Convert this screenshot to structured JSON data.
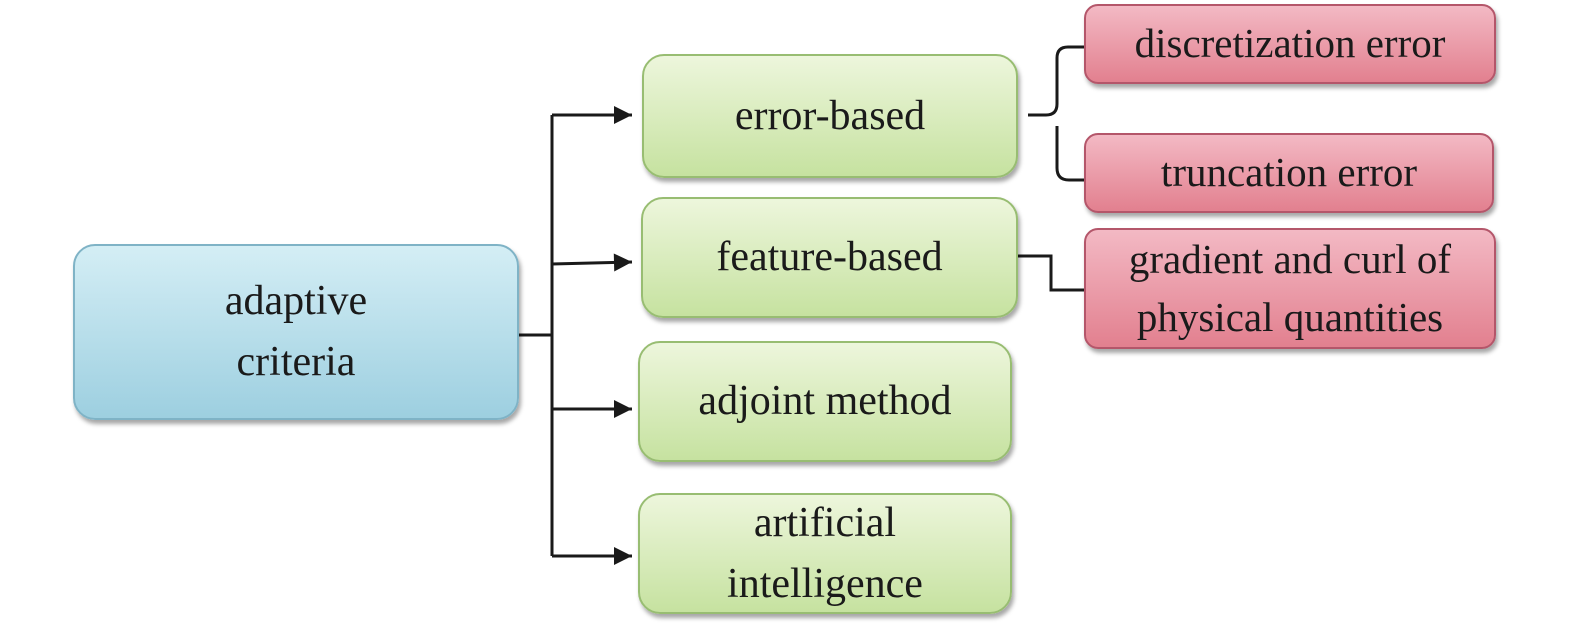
{
  "diagram": {
    "root": {
      "line1": "adaptive",
      "line2": "criteria"
    },
    "categories": [
      {
        "label": "error-based"
      },
      {
        "label": "feature-based"
      },
      {
        "label": "adjoint method"
      },
      {
        "line1": "artificial",
        "line2": "intelligence"
      }
    ],
    "details": [
      {
        "label": "discretization error"
      },
      {
        "label": "truncation error"
      },
      {
        "line1": "gradient and curl of",
        "line2": "physical quantities"
      }
    ]
  },
  "colors": {
    "root_fill": "#b8dfeb",
    "category_fill": "#d7ebb8",
    "detail_fill": "#eb9eaa",
    "connector": "#1a1a1a"
  }
}
